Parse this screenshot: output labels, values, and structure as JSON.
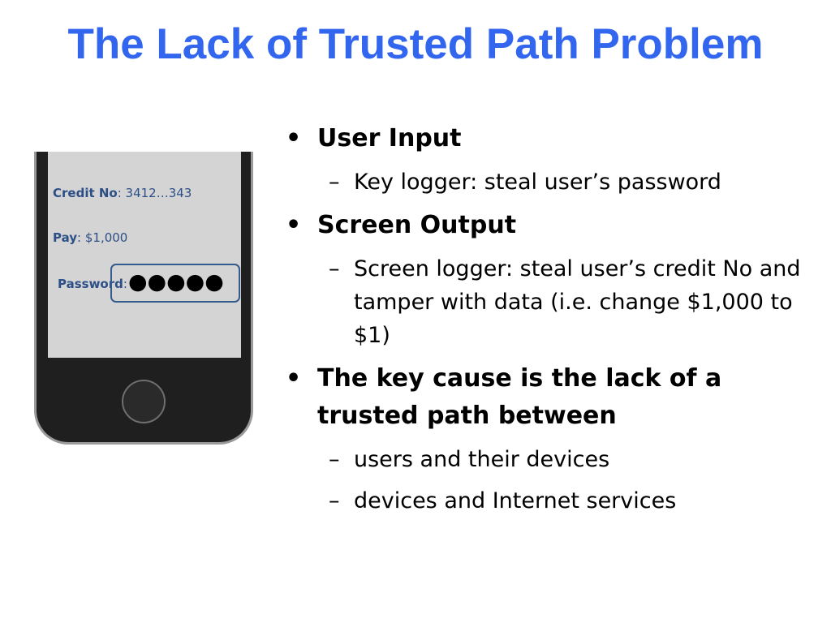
{
  "slide": {
    "title": "The Lack of Trusted Path Problem"
  },
  "phone": {
    "credit_label": "Credit No",
    "credit_value": ": 3412…343",
    "pay_label": "Pay",
    "pay_value": ": $1,000",
    "password_label": "Password",
    "password_sep": ":",
    "password_mask": "●●●●●"
  },
  "bullets": [
    {
      "text": "User Input",
      "subs": [
        "Key logger: steal user’s password"
      ]
    },
    {
      "text": "Screen Output",
      "subs": [
        "Screen logger: steal user’s credit No and  tamper with data (i.e. change $1,000 to $1)"
      ]
    },
    {
      "text": "The key cause is the lack of a trusted path between",
      "subs": [
        "users and their devices",
        "devices and Internet services"
      ]
    }
  ],
  "markers": {
    "bullet": "•",
    "dash": "–"
  }
}
